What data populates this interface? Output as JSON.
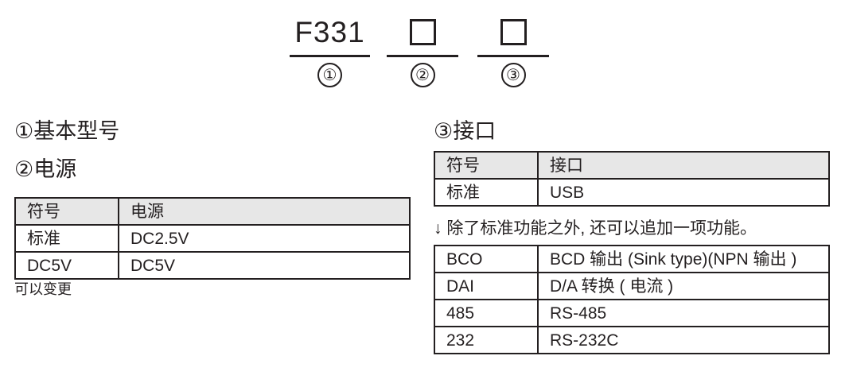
{
  "model_diagram": {
    "groups": [
      {
        "code": "F331",
        "type": "text",
        "marker": "①"
      },
      {
        "code": "",
        "type": "box",
        "marker": "②"
      },
      {
        "code": "",
        "type": "box",
        "marker": "③"
      }
    ]
  },
  "left_column": {
    "heading_basic_model": "①基本型号",
    "heading_power": "②电源",
    "power_table": {
      "headers": [
        "符号",
        "电源"
      ],
      "rows": [
        [
          "标准",
          "DC2.5V"
        ],
        [
          "DC5V",
          "DC5V"
        ]
      ]
    },
    "note": "可以变更"
  },
  "right_column": {
    "heading_interface": "③接口",
    "interface_table": {
      "headers": [
        "符号",
        "接口"
      ],
      "rows": [
        [
          "标准",
          "USB"
        ]
      ]
    },
    "note": "↓ 除了标准功能之外, 还可以追加一项功能。",
    "option_table": {
      "rows": [
        [
          "BCO",
          "BCD 输出 (Sink type)(NPN 输出 )"
        ],
        [
          "DAI",
          "D/A 转换 ( 电流 )"
        ],
        [
          "485",
          "RS-485"
        ],
        [
          "232",
          "RS-232C"
        ]
      ]
    }
  },
  "colors": {
    "ink": "#231f20",
    "table_header_fill": "#e7e7e7",
    "page_background": "#ffffff"
  }
}
